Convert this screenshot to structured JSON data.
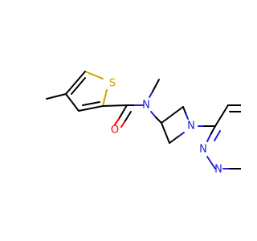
{
  "structure": {
    "atoms": {
      "sulfur": "S",
      "oxygen": "O",
      "amide_nitrogen": "N",
      "azetidine_nitrogen": "N",
      "pyridazine_n1": "N",
      "pyridazine_n2": "N"
    },
    "colors": {
      "carbon": "#000000",
      "sulfur": "#c8a800",
      "oxygen": "#ff0000",
      "nitrogen": "#1f1fd8"
    }
  }
}
